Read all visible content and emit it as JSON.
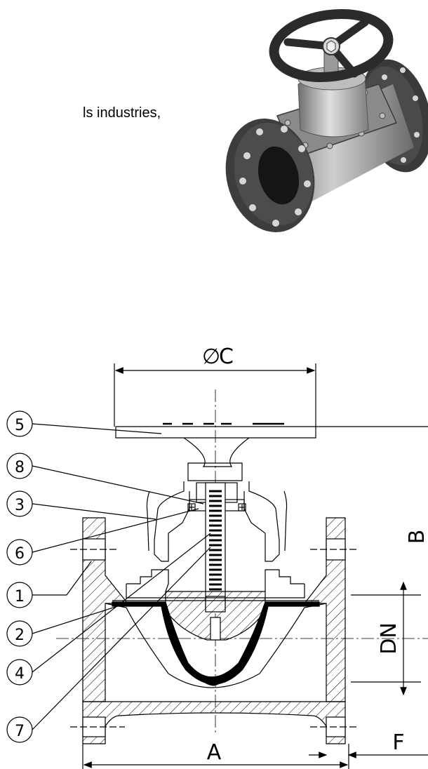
{
  "intro": {
    "text_fragment": "ls industries,"
  },
  "drawing": {
    "callouts": [
      {
        "label": "5"
      },
      {
        "label": "8"
      },
      {
        "label": "3"
      },
      {
        "label": "6"
      },
      {
        "label": "1"
      },
      {
        "label": "2"
      },
      {
        "label": "4"
      },
      {
        "label": "7"
      }
    ],
    "dimensions": {
      "diameter_symbol": "∅",
      "handwheel": "C",
      "height": "B",
      "bore": "DN",
      "length": "A",
      "flange": "F"
    }
  },
  "colors": {
    "line": "#000000",
    "render_dark": "#2e2e2e",
    "render_metal": "#9a9a9a"
  },
  "icons": {
    "render": "diaphragm-valve-3d-render"
  }
}
